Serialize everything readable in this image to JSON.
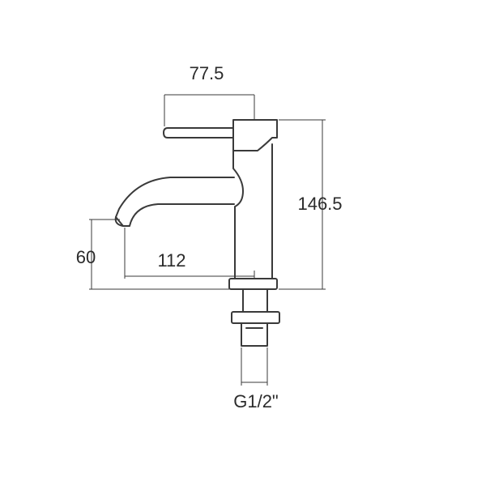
{
  "dimensions": {
    "handle_reach": "77.5",
    "total_height": "146.5",
    "spout_height": "60",
    "spout_reach": "112",
    "thread": "G1/2\""
  }
}
